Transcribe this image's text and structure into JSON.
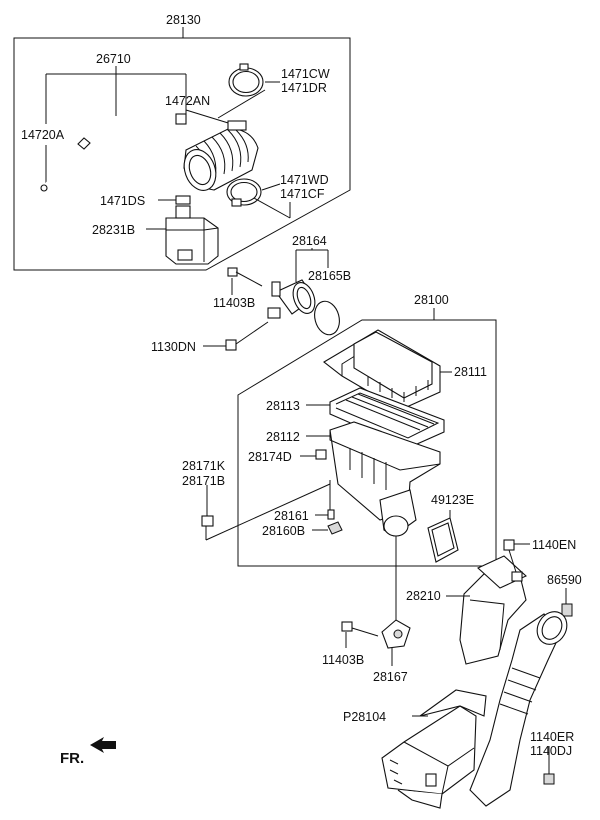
{
  "diagram": {
    "labels": {
      "l28130": "28130",
      "l26710": "26710",
      "l14720A": "14720A",
      "l1472AN": "1472AN",
      "l1471CW": "1471CW",
      "l1471DR": "1471DR",
      "l1471DS": "1471DS",
      "l1471WD": "1471WD",
      "l1471CF": "1471CF",
      "l28231B": "28231B",
      "l28164": "28164",
      "l28165B": "28165B",
      "l11403B_top": "11403B",
      "l1130DN": "1130DN",
      "l28100": "28100",
      "l28111": "28111",
      "l28113": "28113",
      "l28112": "28112",
      "l28174D": "28174D",
      "l28171K": "28171K",
      "l28171B": "28171B",
      "l28161": "28161",
      "l28160B": "28160B",
      "l49123E": "49123E",
      "l1140EN": "1140EN",
      "l86590": "86590",
      "l28210": "28210",
      "l11403B_bottom": "11403B",
      "l28167": "28167",
      "lP28104": "P28104",
      "l1140ER": "1140ER",
      "l1140DJ": "1140DJ",
      "fr": "FR."
    },
    "icons": {
      "direction_arrow": "front-direction-arrow-icon"
    }
  }
}
